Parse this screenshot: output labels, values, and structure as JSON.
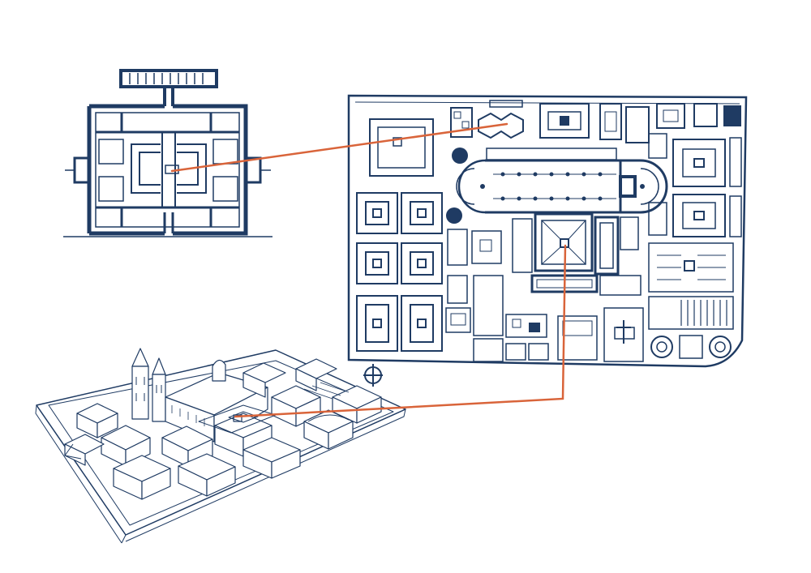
{
  "colors": {
    "background": "#ffffff",
    "ink": "#1f3b63",
    "connector": "#d9643a"
  },
  "figures": [
    {
      "id": "building-floor-plan",
      "kind": "small floor plan of a single building"
    },
    {
      "id": "monastery-site-plan",
      "kind": "full site plan of monastery complex"
    },
    {
      "id": "monastery-perspective",
      "kind": "isometric perspective sketch of monastery"
    }
  ],
  "symbols": [
    {
      "id": "compass",
      "icon": "crossed-circle-icon"
    }
  ],
  "connectors": [
    {
      "from": "building-floor-plan",
      "to": "monastery-site-plan"
    },
    {
      "from": "monastery-site-plan",
      "to": "monastery-perspective"
    }
  ]
}
